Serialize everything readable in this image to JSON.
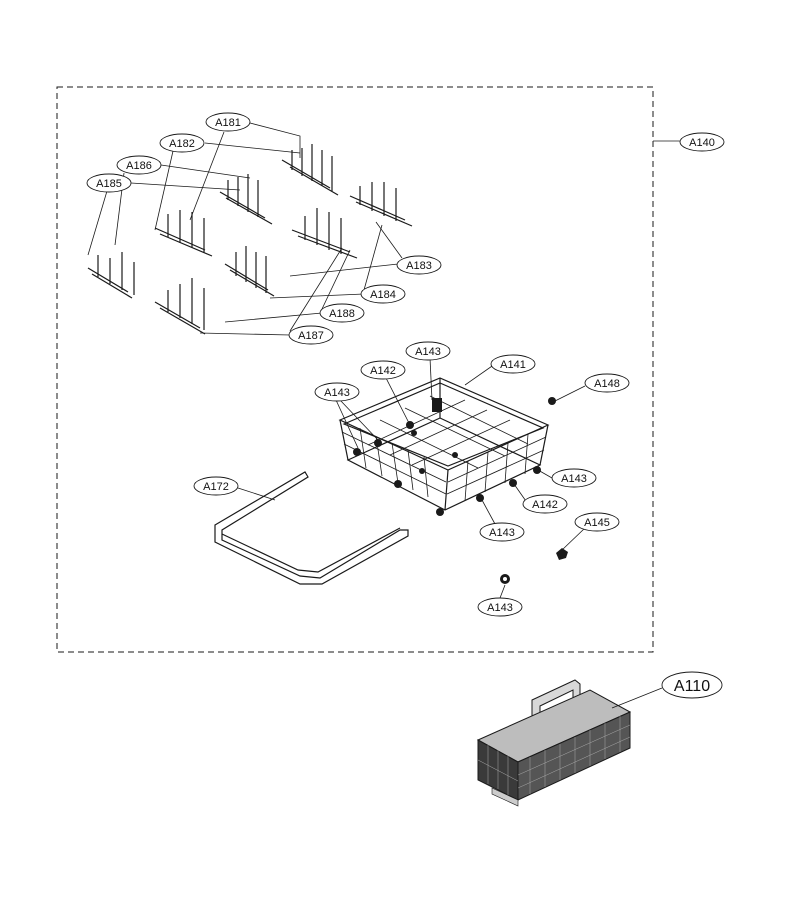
{
  "callouts": {
    "a140": "A140",
    "a181": "A181",
    "a182": "A182",
    "a186": "A186",
    "a185": "A185",
    "a183": "A183",
    "a184": "A184",
    "a188": "A188",
    "a187": "A187",
    "a143_top": "A143",
    "a141": "A141",
    "a142_top": "A142",
    "a143_left": "A143",
    "a148": "A148",
    "a143_right": "A143",
    "a142_right": "A142",
    "a172": "A172",
    "a143_mid": "A143",
    "a145": "A145",
    "a143_bottom": "A143",
    "a110": "A110"
  }
}
